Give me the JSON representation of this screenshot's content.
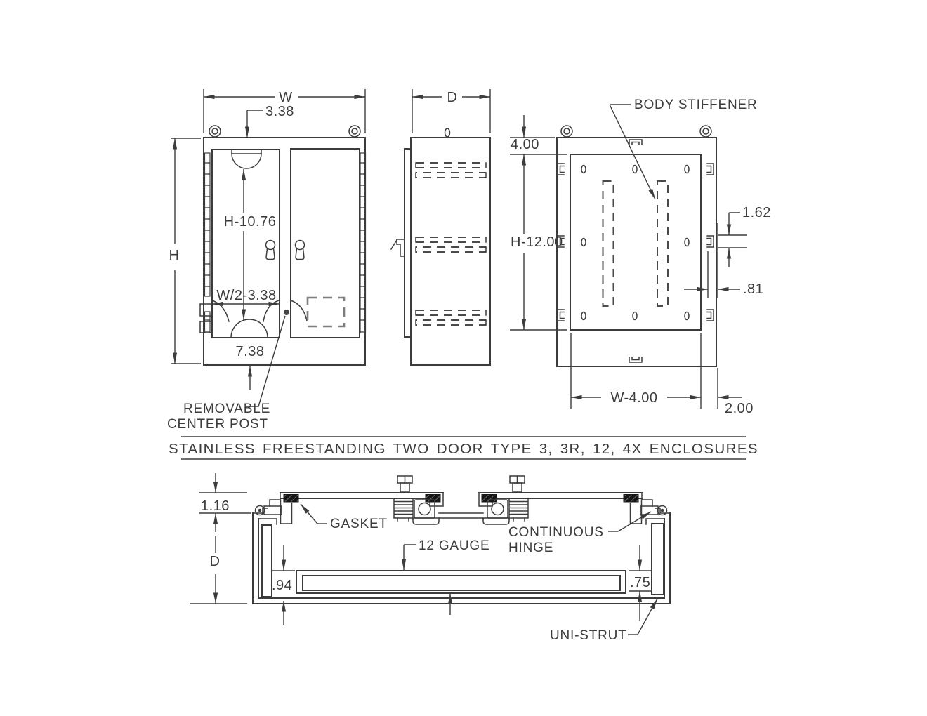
{
  "drawing": {
    "background": "#ffffff",
    "line_color": "#3c3c3c",
    "dashed_gray": "#7d7d7d",
    "title": "STAINLESS FREESTANDING TWO DOOR TYPE 3, 3R, 12, 4X ENCLOSURES"
  },
  "front_view": {
    "dim_width": "W",
    "dim_top_offset": "3.38",
    "dim_height": "H",
    "dim_door_height": "H-10.76",
    "dim_door_width": "W/2-3.38",
    "dim_bottom": "7.38",
    "label_center_post_1": "REMOVABLE",
    "label_center_post_2": "CENTER POST"
  },
  "side_view": {
    "dim_depth": "D"
  },
  "rear_view": {
    "label_body_stiffener": "BODY STIFFENER",
    "dim_top": "4.00",
    "dim_panel_height": "H-12.00",
    "dim_stud": "1.62",
    "dim_thickness": ".81",
    "dim_panel_width": "W-4.00",
    "dim_side": "2.00"
  },
  "section_view": {
    "dim_door_depth": "1.16",
    "dim_depth": "D",
    "dim_left": ".94",
    "dim_right": ".75",
    "label_gasket": "GASKET",
    "label_gauge": "12 GAUGE",
    "label_hinge_1": "CONTINUOUS",
    "label_hinge_2": "HINGE",
    "label_unistrut": "UNI-STRUT"
  }
}
